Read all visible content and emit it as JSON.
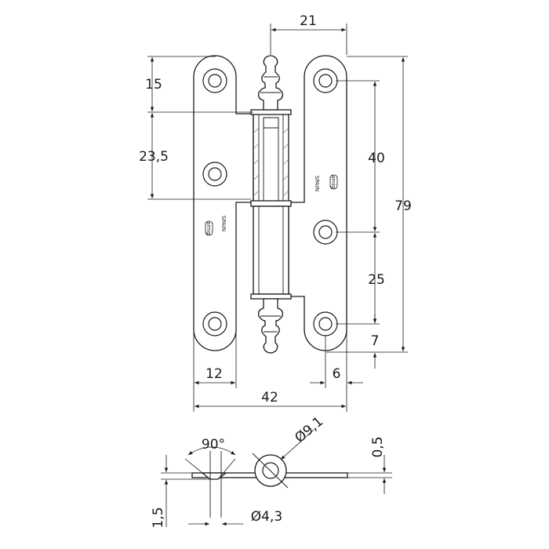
{
  "dimensions": {
    "top_width": "21",
    "left_top": "15",
    "left_mid": "23,5",
    "right_mid": "40",
    "overall_height": "79",
    "right_low": "25",
    "right_bottom": "7",
    "left_width": "12",
    "right_width": "6",
    "overall_width": "42",
    "angle": "90°",
    "pin_diameter": "Ø9,1",
    "thickness": "0,5",
    "leaf_thickness": "1,5",
    "hole_diameter": "Ø4,3"
  },
  "marks": {
    "brand": "amig",
    "country": "SPAIN"
  }
}
